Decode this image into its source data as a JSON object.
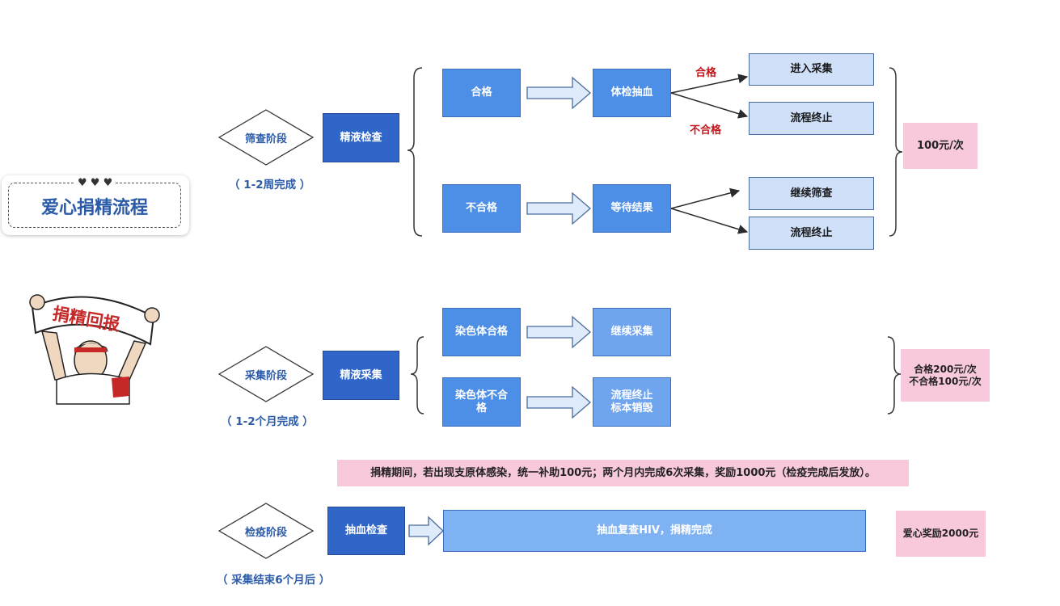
{
  "title_card": {
    "hearts": "♥ ♥ ♥",
    "title": "爱心捐精流程"
  },
  "reward_banner": {
    "text": "捐精回报"
  },
  "stage1": {
    "diamond": "筛查阶段",
    "caption": "（ 1-2周完成 ）",
    "check": "精液检查",
    "pass": "合格",
    "fail": "不合格",
    "physical": "体检抽血",
    "wait": "等待结果",
    "pass_label": "合格",
    "fail_label": "不合格",
    "enter": "进入采集",
    "stop1": "流程终止",
    "continue": "继续筛查",
    "stop2": "流程终止",
    "reward": "100元/次"
  },
  "stage2": {
    "diamond": "采集阶段",
    "caption": "（ 1-2个月完成 ）",
    "collect": "精液采集",
    "chrom_pass": "染色体合格",
    "chrom_fail": "染色体不合\n格",
    "continue": "继续采集",
    "stop": "流程终止\n标本销毁",
    "reward": "合格200元/次\n不合格100元/次"
  },
  "notice": "捐精期间，若出现支原体感染，统一补助100元；两个月内完成6次采集，奖励1000元（检疫完成后发放）。",
  "stage3": {
    "diamond": "检疫阶段",
    "caption": "（ 采集结束6个月后 ）",
    "blood": "抽血检查",
    "final": "抽血复查HIV，捐精完成",
    "reward": "爱心奖励2000元"
  }
}
